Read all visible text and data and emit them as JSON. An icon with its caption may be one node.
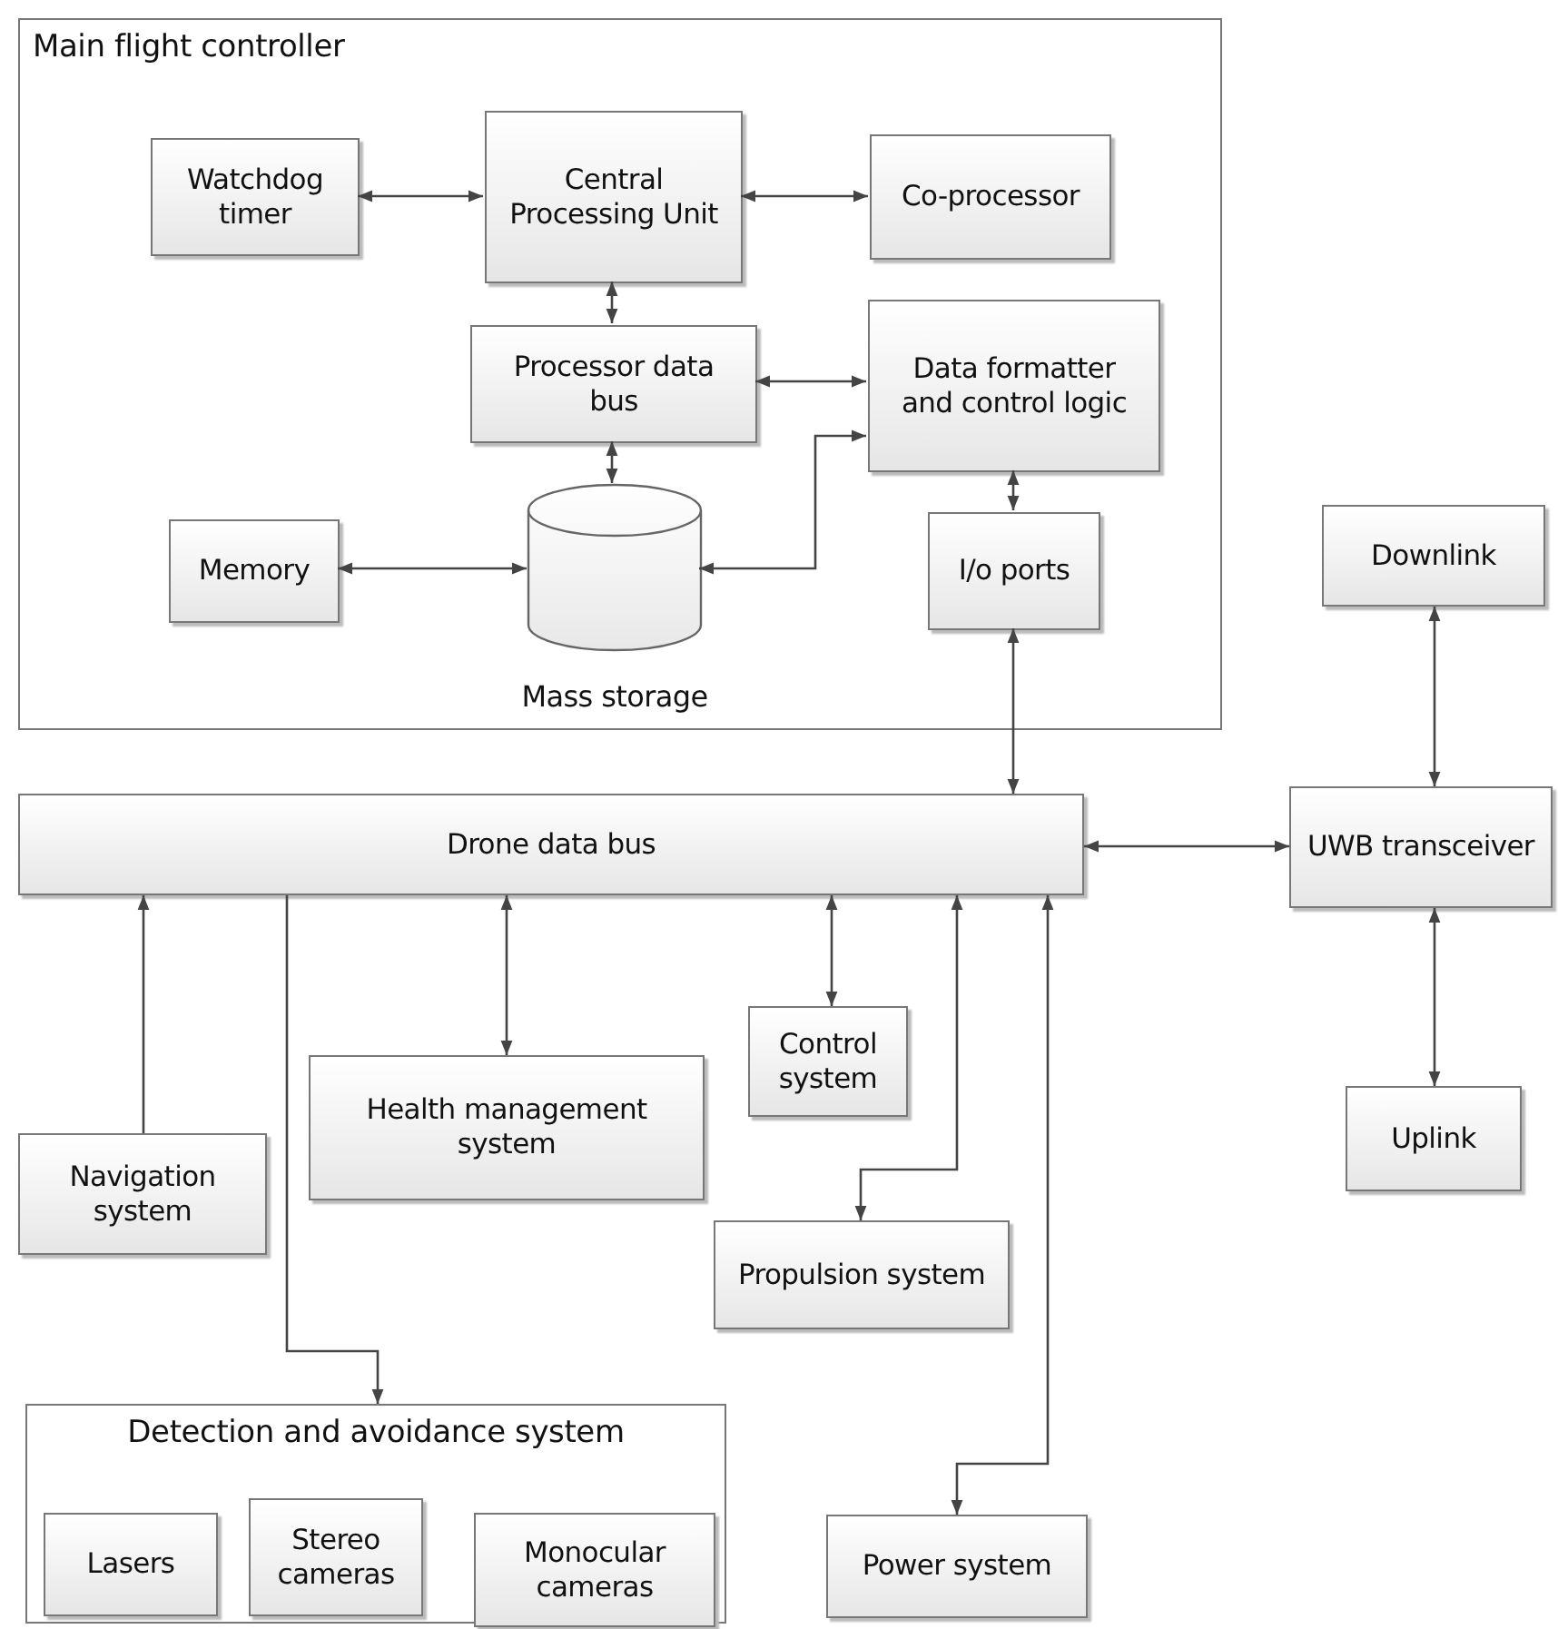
{
  "diagram": {
    "nodes": [
      {
        "text": [
          "Main flight controller"
        ]
      },
      {
        "text": [
          "Watchdog timer"
        ],
        "in": 0
      },
      {
        "text": [
          "Central Processing Unit"
        ],
        "in": 0
      },
      {
        "text": [
          "Co-processor"
        ],
        "in": 0
      },
      {
        "text": [
          "Processor data bus"
        ],
        "in": 0
      },
      {
        "text": [
          "Data formatter and control logic"
        ],
        "in": 0
      },
      {
        "text": [
          "Memory"
        ],
        "in": 0
      },
      {
        "text": [
          "Mass storage"
        ],
        "in": 0
      },
      {
        "text": [
          "I/o ports"
        ],
        "in": 0
      },
      {
        "text": [
          "Downlink"
        ]
      },
      {
        "text": [
          "Drone data bus"
        ]
      },
      {
        "text": [
          "UWB transceiver"
        ]
      },
      {
        "text": [
          "Navigation system"
        ]
      },
      {
        "text": [
          "Health management system"
        ]
      },
      {
        "text": [
          "Control system"
        ]
      },
      {
        "text": [
          "Propulsion system"
        ]
      },
      {
        "text": [
          "Uplink"
        ]
      },
      {
        "text": [
          "Detection and avoidance system"
        ]
      },
      {
        "text": [
          "Lasers"
        ],
        "in": 17
      },
      {
        "text": [
          "Stereo cameras"
        ],
        "in": 17
      },
      {
        "text": [
          "Monocular cameras"
        ],
        "in": 17
      },
      {
        "text": [
          "Power system"
        ]
      }
    ],
    "edges": [
      {
        "from": 1,
        "to": 2,
        "arrow": "both"
      },
      {
        "from": 2,
        "to": 3,
        "arrow": "both"
      },
      {
        "from": 2,
        "to": 4,
        "arrow": "both"
      },
      {
        "from": 4,
        "to": 5,
        "arrow": "both"
      },
      {
        "from": 4,
        "to": 7,
        "arrow": "both"
      },
      {
        "from": 6,
        "to": 7,
        "arrow": "both"
      },
      {
        "from": 7,
        "to": 5,
        "arrow": "both"
      },
      {
        "from": 5,
        "to": 8,
        "arrow": "both"
      },
      {
        "from": 8,
        "to": 10,
        "arrow": "both"
      },
      {
        "from": 10,
        "to": 11,
        "arrow": "both"
      },
      {
        "from": 9,
        "to": 11,
        "arrow": "both"
      },
      {
        "from": 11,
        "to": 16,
        "arrow": "both"
      },
      {
        "from": 12,
        "to": 10,
        "arrow": "to"
      },
      {
        "from": 10,
        "to": 13,
        "arrow": "both"
      },
      {
        "from": 10,
        "to": 14,
        "arrow": "both"
      },
      {
        "from": 10,
        "to": 15,
        "arrow": "both"
      },
      {
        "from": 10,
        "to": 21,
        "arrow": "both"
      },
      {
        "from": 10,
        "to": 17,
        "arrow": "to"
      }
    ]
  }
}
